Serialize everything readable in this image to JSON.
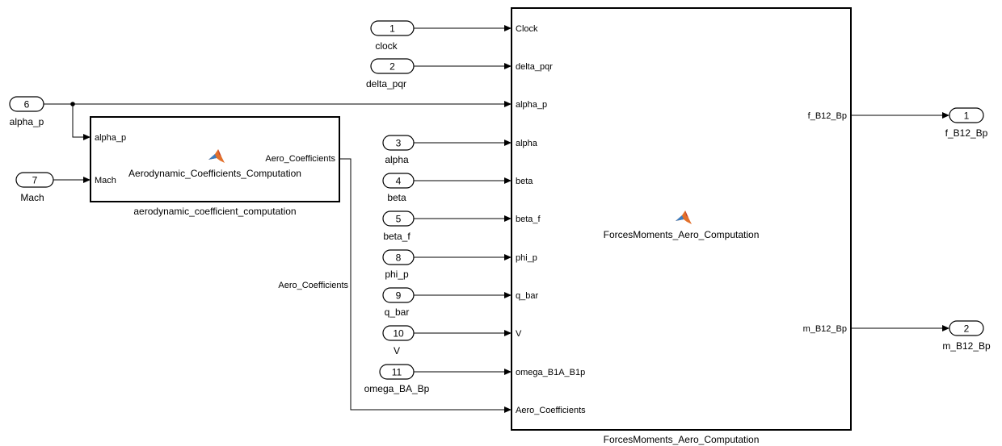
{
  "inports": [
    {
      "number": "1",
      "name": "clock"
    },
    {
      "number": "2",
      "name": "delta_pqr"
    },
    {
      "number": "6",
      "name": "alpha_p"
    },
    {
      "number": "7",
      "name": "Mach"
    },
    {
      "number": "3",
      "name": "alpha"
    },
    {
      "number": "4",
      "name": "beta"
    },
    {
      "number": "5",
      "name": "beta_f"
    },
    {
      "number": "8",
      "name": "phi_p"
    },
    {
      "number": "9",
      "name": "q_bar"
    },
    {
      "number": "10",
      "name": "V"
    },
    {
      "number": "11",
      "name": "omega_BA_Bp"
    }
  ],
  "outports": [
    {
      "number": "1",
      "name": "f_B12_Bp"
    },
    {
      "number": "2",
      "name": "m_B12_Bp"
    }
  ],
  "aero_block": {
    "center_label": "Aerodynamic_Coefficients_Computation",
    "caption": "aerodynamic_coefficient_computation",
    "inputs": [
      "alpha_p",
      "Mach"
    ],
    "outputs": [
      "Aero_Coefficients"
    ],
    "icon": "matlab-logo-icon"
  },
  "forces_block": {
    "center_label": "ForcesMoments_Aero_Computation",
    "caption": "ForcesMoments_Aero_Computation",
    "inputs": [
      "Clock",
      "delta_pqr",
      "alpha_p",
      "alpha",
      "beta",
      "beta_f",
      "phi_p",
      "q_bar",
      "V",
      "omega_B1A_B1p",
      "Aero_Coefficients"
    ],
    "outputs": [
      "f_B12_Bp",
      "m_B12_Bp"
    ],
    "icon": "matlab-logo-icon"
  },
  "signal_labels": {
    "aero_coefficients": "Aero_Coefficients"
  }
}
